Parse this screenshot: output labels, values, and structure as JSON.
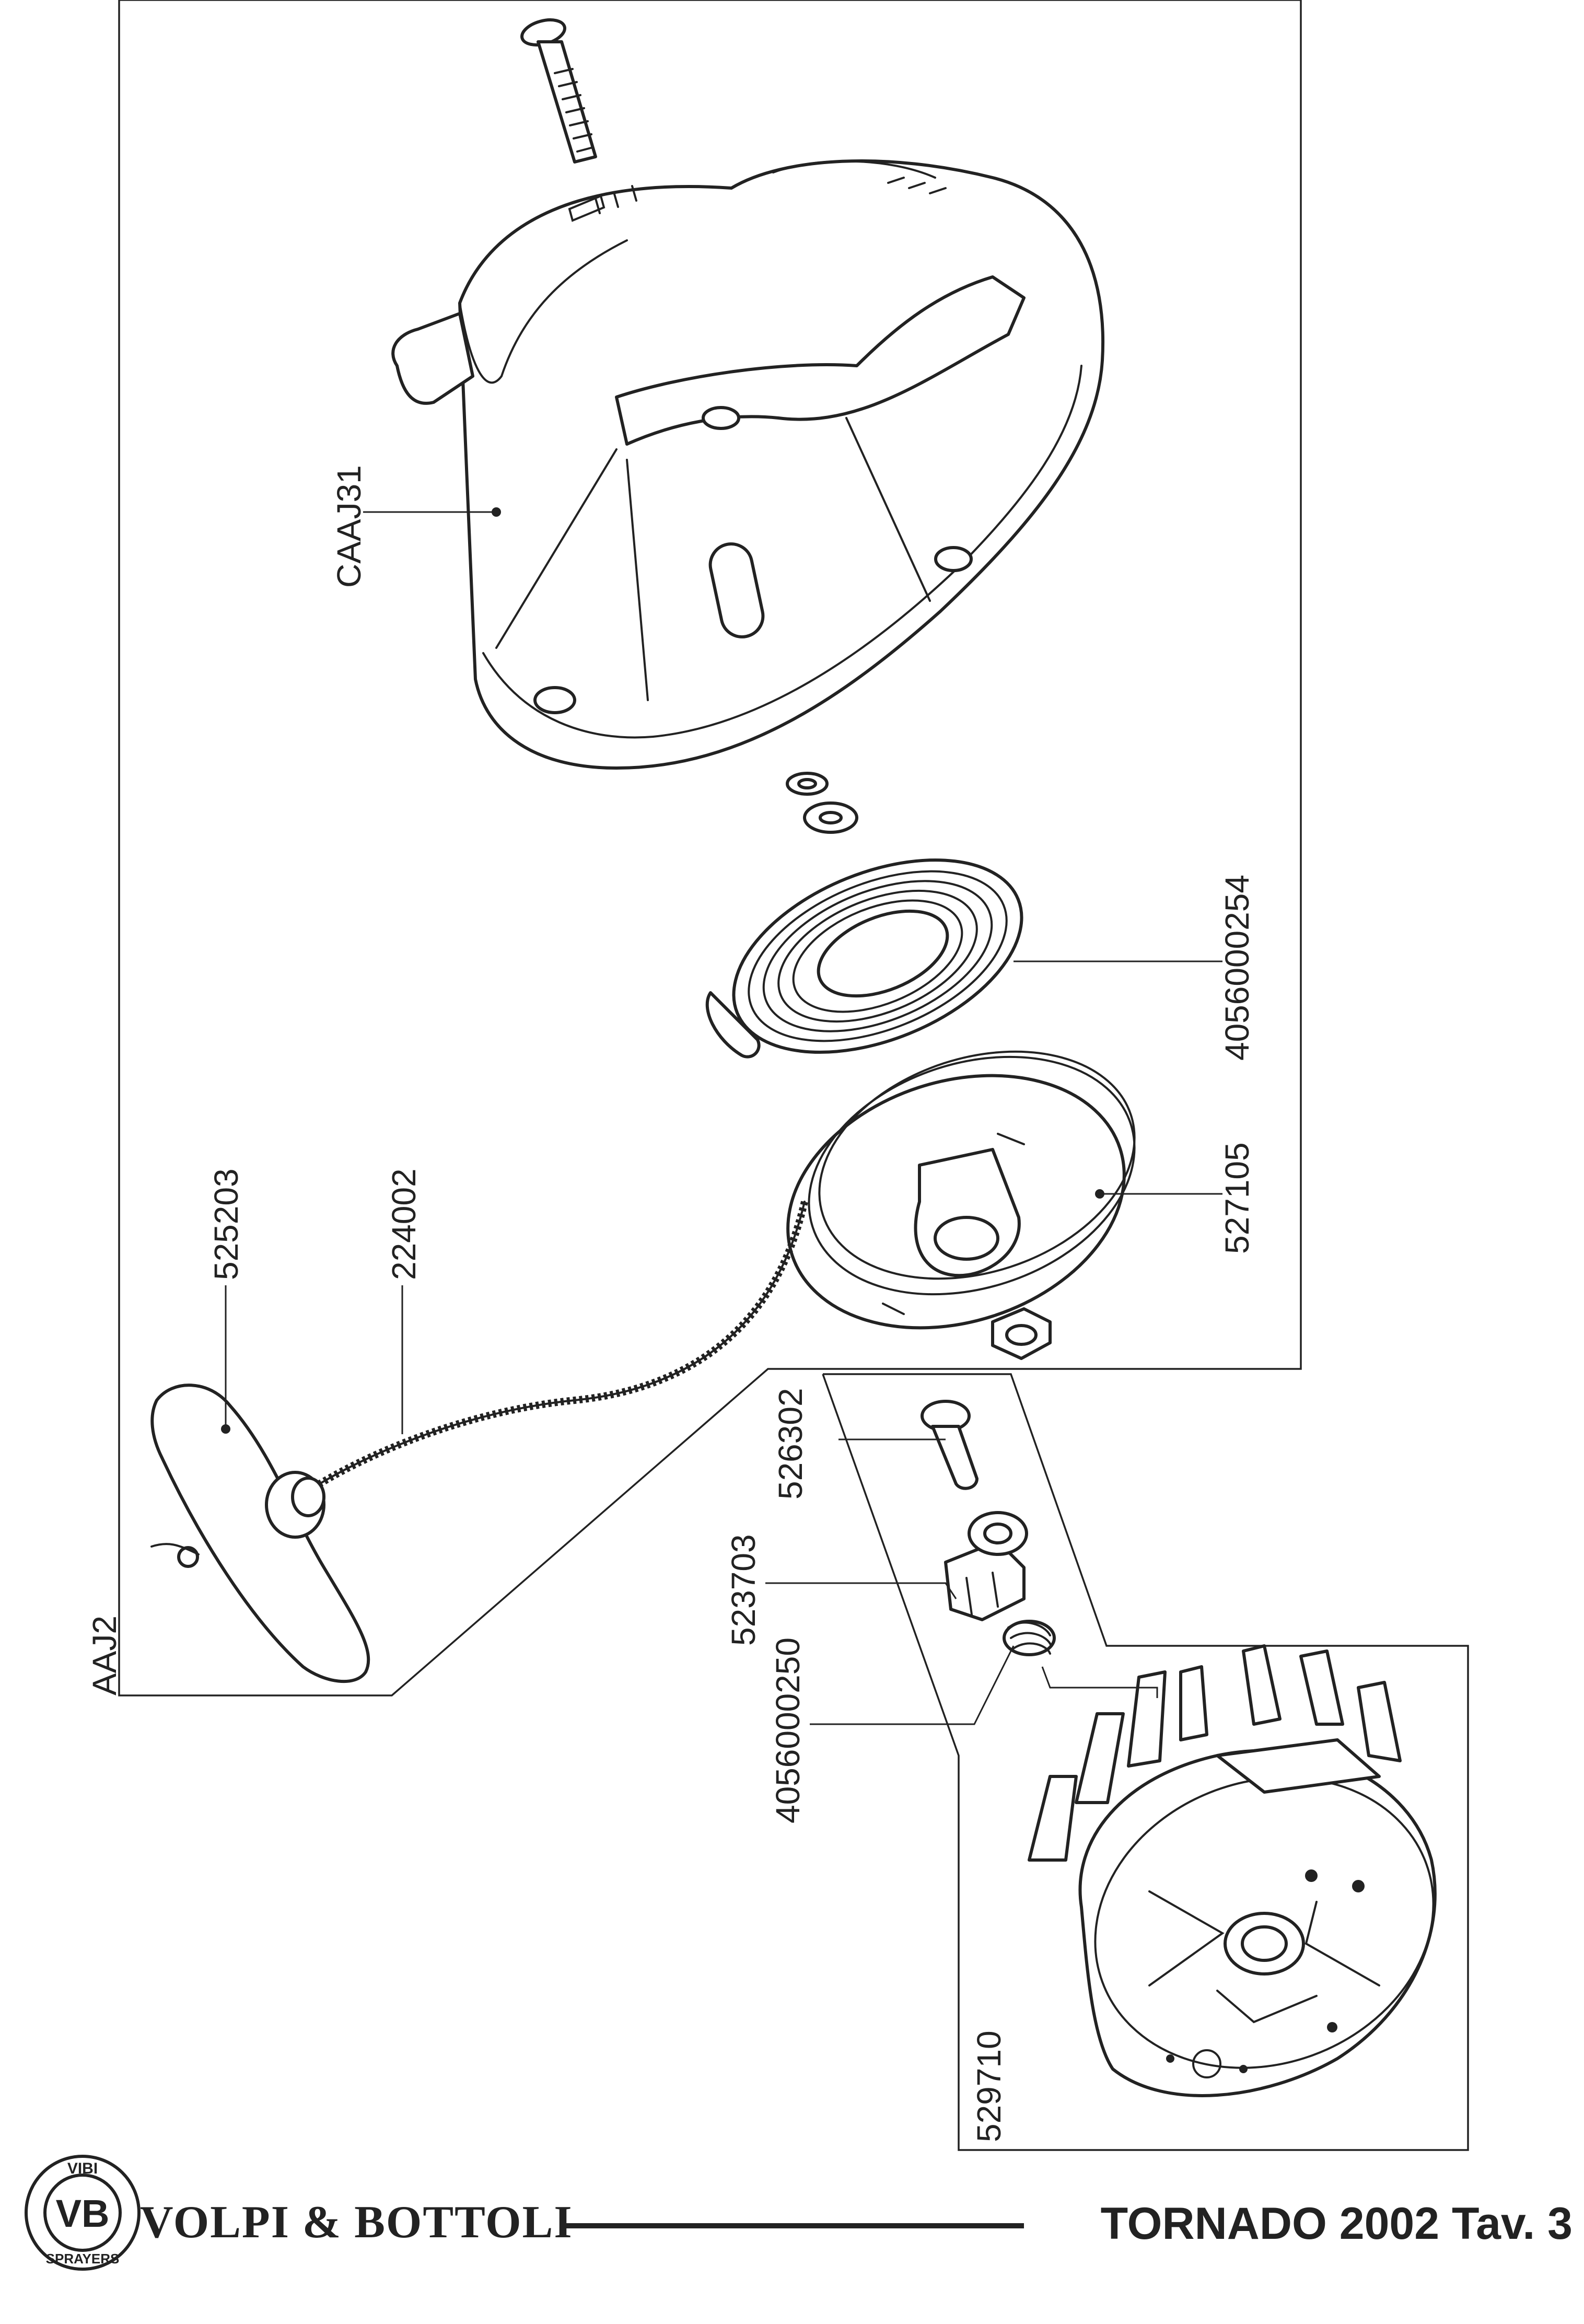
{
  "labels": {
    "caaj31": "CAAJ31",
    "p4056000254": "4056000254",
    "p527105": "527105",
    "p525203": "525203",
    "p224002": "224002",
    "p526302": "526302",
    "p523703": "523703",
    "p4056000250": "4056000250",
    "p529710": "529710",
    "aaj2": "AAJ2"
  },
  "footer": {
    "company": "VOLPI & BOTTOLI",
    "model": "TORNADO 2002 Tav. 3",
    "logo_initials": "VB",
    "logo_top": "VIBI",
    "logo_bottom": "SPRAYERS"
  }
}
